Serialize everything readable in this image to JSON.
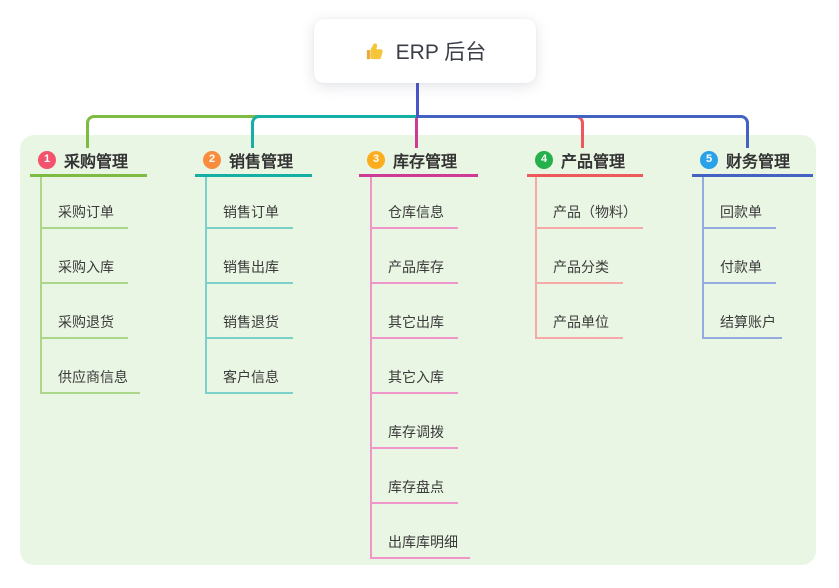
{
  "root": {
    "label": "ERP 后台",
    "icon": "thumbs-up-icon"
  },
  "branches": [
    {
      "number": "1",
      "title": "采购管理",
      "badge_color": "#F3536D",
      "line_color": "#7EBB42",
      "child_line_color": "#ACD68C",
      "children": [
        "采购订单",
        "采购入库",
        "采购退货",
        "供应商信息"
      ]
    },
    {
      "number": "2",
      "title": "销售管理",
      "badge_color": "#FA8C3E",
      "line_color": "#16AFA5",
      "child_line_color": "#7BD1C9",
      "children": [
        "销售订单",
        "销售出库",
        "销售退货",
        "客户信息"
      ]
    },
    {
      "number": "3",
      "title": "库存管理",
      "badge_color": "#FBAD1D",
      "line_color": "#CF3A94",
      "child_line_color": "#F095C9",
      "children": [
        "仓库信息",
        "产品库存",
        "其它出库",
        "其它入库",
        "库存调拨",
        "库存盘点",
        "出库库明细"
      ]
    },
    {
      "number": "4",
      "title": "产品管理",
      "badge_color": "#24B14B",
      "line_color": "#EE5A5B",
      "child_line_color": "#F7A8A8",
      "children": [
        "产品（物料）",
        "产品分类",
        "产品单位"
      ]
    },
    {
      "number": "5",
      "title": "财务管理",
      "badge_color": "#2AA2E9",
      "line_color": "#4362C2",
      "child_line_color": "#95AADE",
      "children": [
        "回款单",
        "付款单",
        "结算账户"
      ]
    }
  ],
  "colors": {
    "root_connector": "#4A55C8",
    "panel_background": "#EAF6E4",
    "text": "#333333",
    "canvas_background": "#FFFFFF"
  }
}
